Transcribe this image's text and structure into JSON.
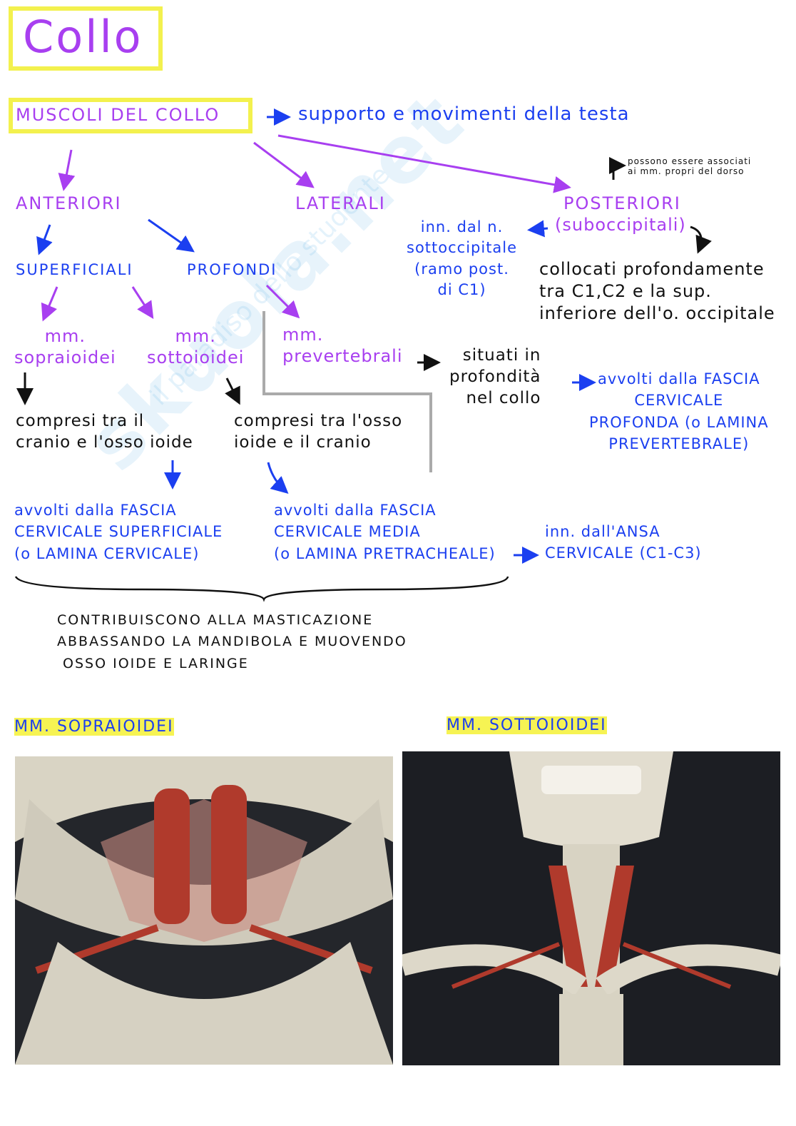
{
  "title": "Collo",
  "watermark": {
    "brand": "skuola.net",
    "tagline": "il paradiso dello studente"
  },
  "muscoli": {
    "heading": "MUSCOLI DEL COLLO",
    "function": "supporto e movimenti della testa"
  },
  "groups": {
    "anteriori": "ANTERIORI",
    "laterali": "LATERALI",
    "posteriori": "POSTERIORI",
    "posteriori_sub": "(suboccipitali)",
    "posteriori_note": "possono essere associati\nai mm. propri del dorso",
    "posteriori_inn": "inn. dal n.\nsottoccipitale\n(ramo post.\ndi C1)",
    "posteriori_desc": "collocati profondamente\ntra C1,C2 e la sup.\ninferiore dell'o. occipitale"
  },
  "anteriori": {
    "superficiali": "SUPERFICIALI",
    "profondi": "PROFONDI",
    "sopraioidei": "mm.\nsopraioidei",
    "sottoioidei": "mm.\nsottoioidei",
    "prevertebrali": "mm.\nprevertebrali",
    "sopra_desc": "compresi tra il\ncranio e l'osso ioide",
    "sotto_desc": "compresi tra l'osso\nioide e il cranio",
    "prev_desc": "situati in\nprofondità\nnel collo",
    "prev_fascia": "avvolti dalla FASCIA\nCERVICALE\nPROFONDA (o LAMINA\nPREVERTEBRALE)",
    "sopra_fascia": "avvolti dalla FASCIA\nCERVICALE SUPERFICIALE\n(o LAMINA CERVICALE)",
    "sotto_fascia": "avvolti dalla FASCIA\nCERVICALE MEDIA\n(o LAMINA PRETRACHEALE)",
    "inn_ansa": "inn. dall'ANSA\nCERVICALE (C1-C3)",
    "contribuiscono": "CONTRIBUISCONO ALLA MASTICAZIONE\nABBASSANDO LA MANDIBOLA E MUOVENDO\n OSSO IOIDE E LARINGE"
  },
  "figures": {
    "left_caption": "MM. SOPRAIOIDEI",
    "right_caption": "MM. SOTTOIOIDEI"
  }
}
